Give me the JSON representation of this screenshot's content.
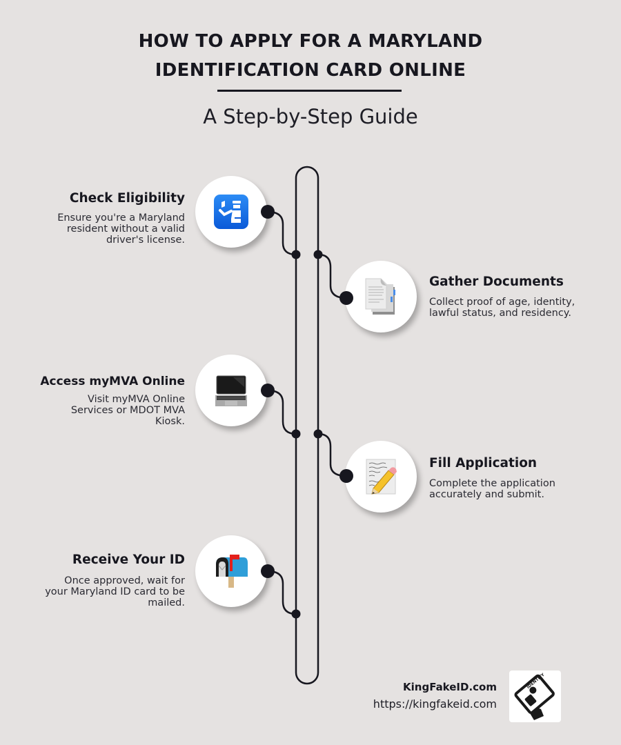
{
  "header": {
    "title_line1": "HOW TO APPLY FOR A MARYLAND",
    "title_line2": "IDENTIFICATION CARD ONLINE",
    "subtitle": "A Step-by-Step Guide"
  },
  "steps": [
    {
      "title": "Check Eligibility",
      "description": "Ensure you're a Maryland resident without a valid driver's license.",
      "icon": "passport-control-icon",
      "side": "left"
    },
    {
      "title": "Gather Documents",
      "description": "Collect proof of age, identity, lawful status, and residency.",
      "icon": "documents-icon",
      "side": "right"
    },
    {
      "title": "Access myMVA Online",
      "description": "Visit myMVA Online Services or MDOT MVA Kiosk.",
      "icon": "laptop-icon",
      "side": "left"
    },
    {
      "title": "Fill Application",
      "description": "Complete the application accurately and submit.",
      "icon": "memo-pencil-icon",
      "side": "right"
    },
    {
      "title": "Receive Your ID",
      "description": "Once approved, wait for your Maryland ID card to be mailed.",
      "icon": "mailbox-icon",
      "side": "left"
    }
  ],
  "footer": {
    "brand": "KingFakeID.com",
    "url": "https://kingfakeid.com",
    "logo_icon": "identity-card-icon",
    "logo_text": "IDENTITY"
  },
  "colors": {
    "background": "#e5e2e1",
    "ink": "#17171f",
    "circle": "#ffffff",
    "accent_blue": "#1a73e8"
  }
}
